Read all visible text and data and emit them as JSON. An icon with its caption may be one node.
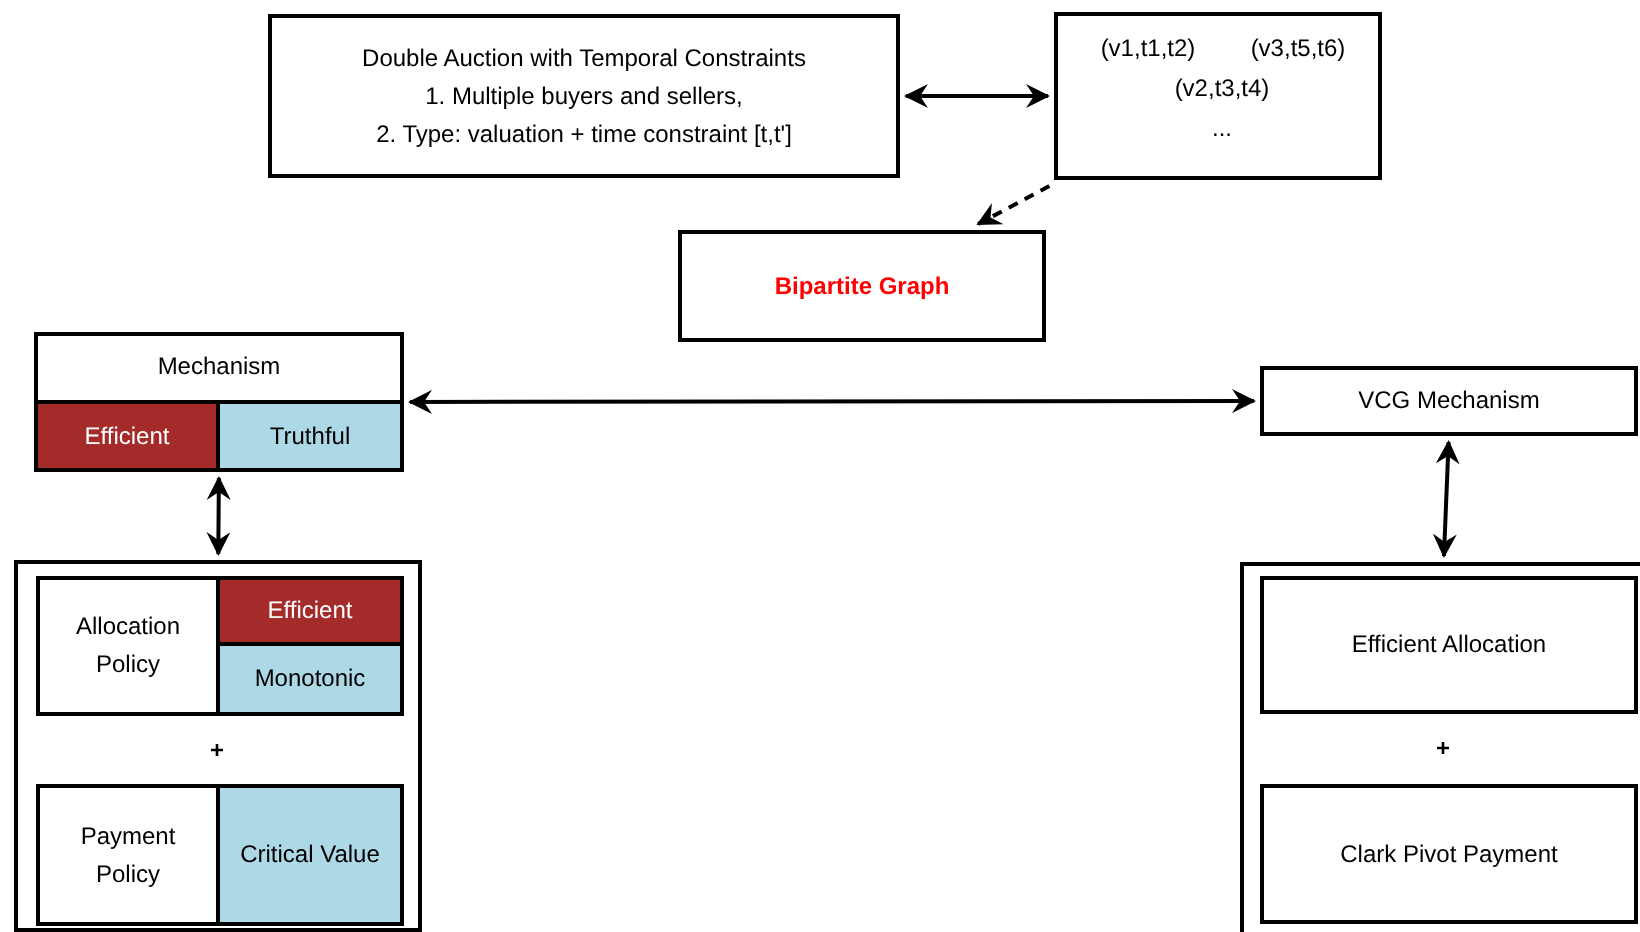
{
  "diagram": {
    "nodes": [
      {
        "text": [
          "Double Auction with Temporal Constraints",
          "1. Multiple buyers and sellers,",
          "2. Type: valuation + time constraint [t,t']"
        ]
      },
      {
        "text": [
          "(v1,t1,t2)",
          "(v3,t5,t6)",
          "(v2,t3,t4)",
          "..."
        ]
      },
      {
        "text": [
          "Bipartite Graph"
        ]
      },
      {
        "text": [
          "Mechanism"
        ]
      },
      {
        "text": [
          "Efficient"
        ],
        "in": 3
      },
      {
        "text": [
          "Truthful"
        ],
        "in": 3
      },
      {
        "text": [
          "VCG Mechanism"
        ]
      },
      {
        "text": [],
        "shape": "box"
      },
      {
        "text": [
          "Allocation Policy"
        ],
        "in": 7
      },
      {
        "text": [
          "Efficient"
        ],
        "in": 8
      },
      {
        "text": [
          "Monotonic"
        ],
        "in": 8
      },
      {
        "text": [
          "Payment Policy"
        ],
        "in": 7
      },
      {
        "text": [
          "Critical Value"
        ],
        "in": 11
      },
      {
        "text": [],
        "shape": "box"
      },
      {
        "text": [
          "Efficient Allocation"
        ],
        "in": 13
      },
      {
        "text": [
          "Clark Pivot Payment"
        ],
        "in": 13
      }
    ],
    "edges": [
      {
        "from": 0,
        "to": 1,
        "arrow": "both"
      },
      {
        "from": 1,
        "to": 2,
        "arrow": "to",
        "style": "dashed"
      },
      {
        "from": 3,
        "to": 6,
        "arrow": "both"
      },
      {
        "from": 3,
        "to": 7,
        "arrow": "both"
      },
      {
        "from": 6,
        "to": 13,
        "arrow": "both"
      }
    ],
    "labels": [
      "+",
      "+"
    ]
  }
}
